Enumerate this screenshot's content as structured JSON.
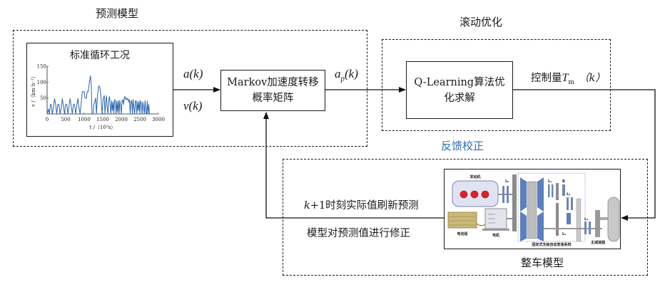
{
  "sections": {
    "prediction": {
      "title": "预测模型"
    },
    "rolling": {
      "title": "滚动优化"
    },
    "feedback": {
      "title": "反馈校正",
      "color": "#2f6db5"
    },
    "vehicle": {
      "title": "整车模型"
    }
  },
  "blocks": {
    "markov": {
      "line1": "Markov加速度转移",
      "line2": "概率矩阵"
    },
    "qlearning": {
      "line1": "Q-Learning算法优",
      "line2": "化求解"
    }
  },
  "signals": {
    "a_k": "a(k)",
    "v_k": "v(k)",
    "ap_base": "a",
    "ap_sub": "p",
    "ap_tail": "(k)",
    "control_prefix": "控制量",
    "control_T": "T",
    "control_sub": "m",
    "control_tail": "（k）"
  },
  "feedback_text": {
    "line1_k": "k",
    "line1_rest": "+1时刻实际值刷新预测",
    "line2": "模型对预测值进行修正"
  },
  "vehicle_image": {
    "labels": {
      "engine": "发动机",
      "battery": "电池组",
      "motor": "电机",
      "cvt": "固定式无级自动变速系统",
      "final_drive": "主减速器",
      "clutch_0": "L₀",
      "clutch_1": "L₁",
      "clutch_2": "L₂",
      "clutch_3": "L₃",
      "clutch_4": "L₄",
      "brake": "B"
    }
  },
  "chart_data": {
    "type": "line",
    "title": "标准循环工况",
    "xlabel": "t /（10³s）",
    "ylabel": "v /（km·h⁻¹）",
    "xlim": [
      0,
      3000
    ],
    "ylim": [
      0,
      150
    ],
    "xticks": [
      0,
      500,
      1000,
      1500,
      2000,
      2500,
      3000
    ],
    "yticks": [
      50,
      100,
      150
    ],
    "grid": false,
    "line_color": "#2a64b0",
    "series": [
      {
        "name": "speed",
        "x": [
          0,
          40,
          60,
          90,
          110,
          140,
          170,
          200,
          230,
          260,
          290,
          320,
          350,
          380,
          410,
          440,
          470,
          500,
          530,
          560,
          590,
          620,
          650,
          680,
          710,
          740,
          770,
          800,
          830,
          860,
          890,
          920,
          950,
          1000,
          1020,
          1060,
          1080,
          1110,
          1140,
          1170,
          1190,
          1210,
          1240,
          1260,
          1290,
          1310,
          1330,
          1360,
          1390,
          1420,
          1450,
          1480,
          1510,
          1540,
          1560,
          1580,
          1600,
          1620,
          1640,
          1660,
          1680,
          1700,
          1720,
          1740,
          1760,
          1780,
          1800,
          1820,
          1840,
          1860,
          1880,
          1900,
          1920,
          1940,
          1960,
          1980,
          2000,
          2020,
          2040,
          2060,
          2080,
          2100,
          2120,
          2140,
          2160,
          2180,
          2200,
          2220,
          2240,
          2260,
          2280,
          2300,
          2320,
          2340,
          2360,
          2380,
          2400,
          2420,
          2440,
          2460,
          2480,
          2500,
          2520,
          2540,
          2560,
          2580,
          2600,
          2620,
          2640,
          2660,
          2680,
          2700,
          2720,
          2740,
          2760
        ],
        "y": [
          0,
          15,
          0,
          30,
          30,
          0,
          20,
          48,
          30,
          0,
          30,
          30,
          0,
          20,
          48,
          25,
          0,
          30,
          30,
          0,
          25,
          48,
          25,
          0,
          30,
          30,
          0,
          25,
          48,
          20,
          0,
          35,
          70,
          70,
          50,
          50,
          70,
          70,
          100,
          120,
          90,
          0,
          0,
          30,
          40,
          50,
          0,
          60,
          88,
          85,
          60,
          0,
          45,
          58,
          0,
          38,
          57,
          20,
          0,
          40,
          55,
          30,
          0,
          42,
          10,
          38,
          0,
          45,
          42,
          0,
          40,
          5,
          42,
          0,
          42,
          25,
          0,
          42,
          45,
          30,
          50,
          55,
          45,
          50,
          45,
          48,
          38,
          45,
          0,
          40,
          42,
          0,
          45,
          20,
          0,
          40,
          42,
          0,
          38,
          10,
          40,
          0,
          42,
          30,
          0,
          38,
          20,
          0,
          42,
          5,
          0,
          40,
          0,
          30,
          0
        ]
      }
    ]
  }
}
